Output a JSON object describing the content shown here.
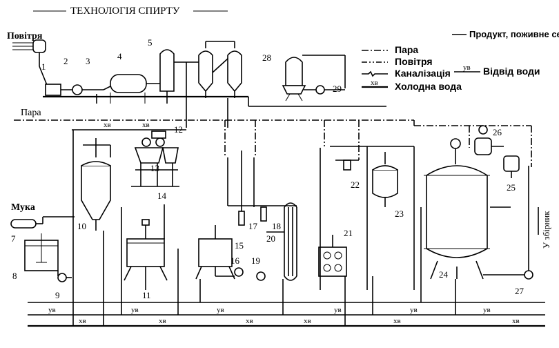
{
  "title": "ТЕХНОЛОГІЯ СПИРТУ",
  "inputs": {
    "air": "Повітря",
    "steam": "Пара",
    "flour": "Мука",
    "to_collector": "У збірник"
  },
  "legend": {
    "steam": "Пара",
    "air": "Повітря",
    "sewer": "Каналізація",
    "cold_water": "Холодна вода",
    "cold_water_mark": "хв",
    "product": "Продукт, поживне середовище",
    "water_drain": "Відвід води",
    "water_drain_mark": "ув"
  },
  "line_marks": {
    "cold": "хв",
    "drain": "ув"
  },
  "equipment_numbers": [
    "1",
    "2",
    "3",
    "4",
    "5",
    "7",
    "8",
    "9",
    "10",
    "11",
    "12",
    "13",
    "14",
    "15",
    "16",
    "17",
    "18",
    "19",
    "20",
    "21",
    "22",
    "23",
    "24",
    "25",
    "26",
    "27",
    "28",
    "29"
  ]
}
